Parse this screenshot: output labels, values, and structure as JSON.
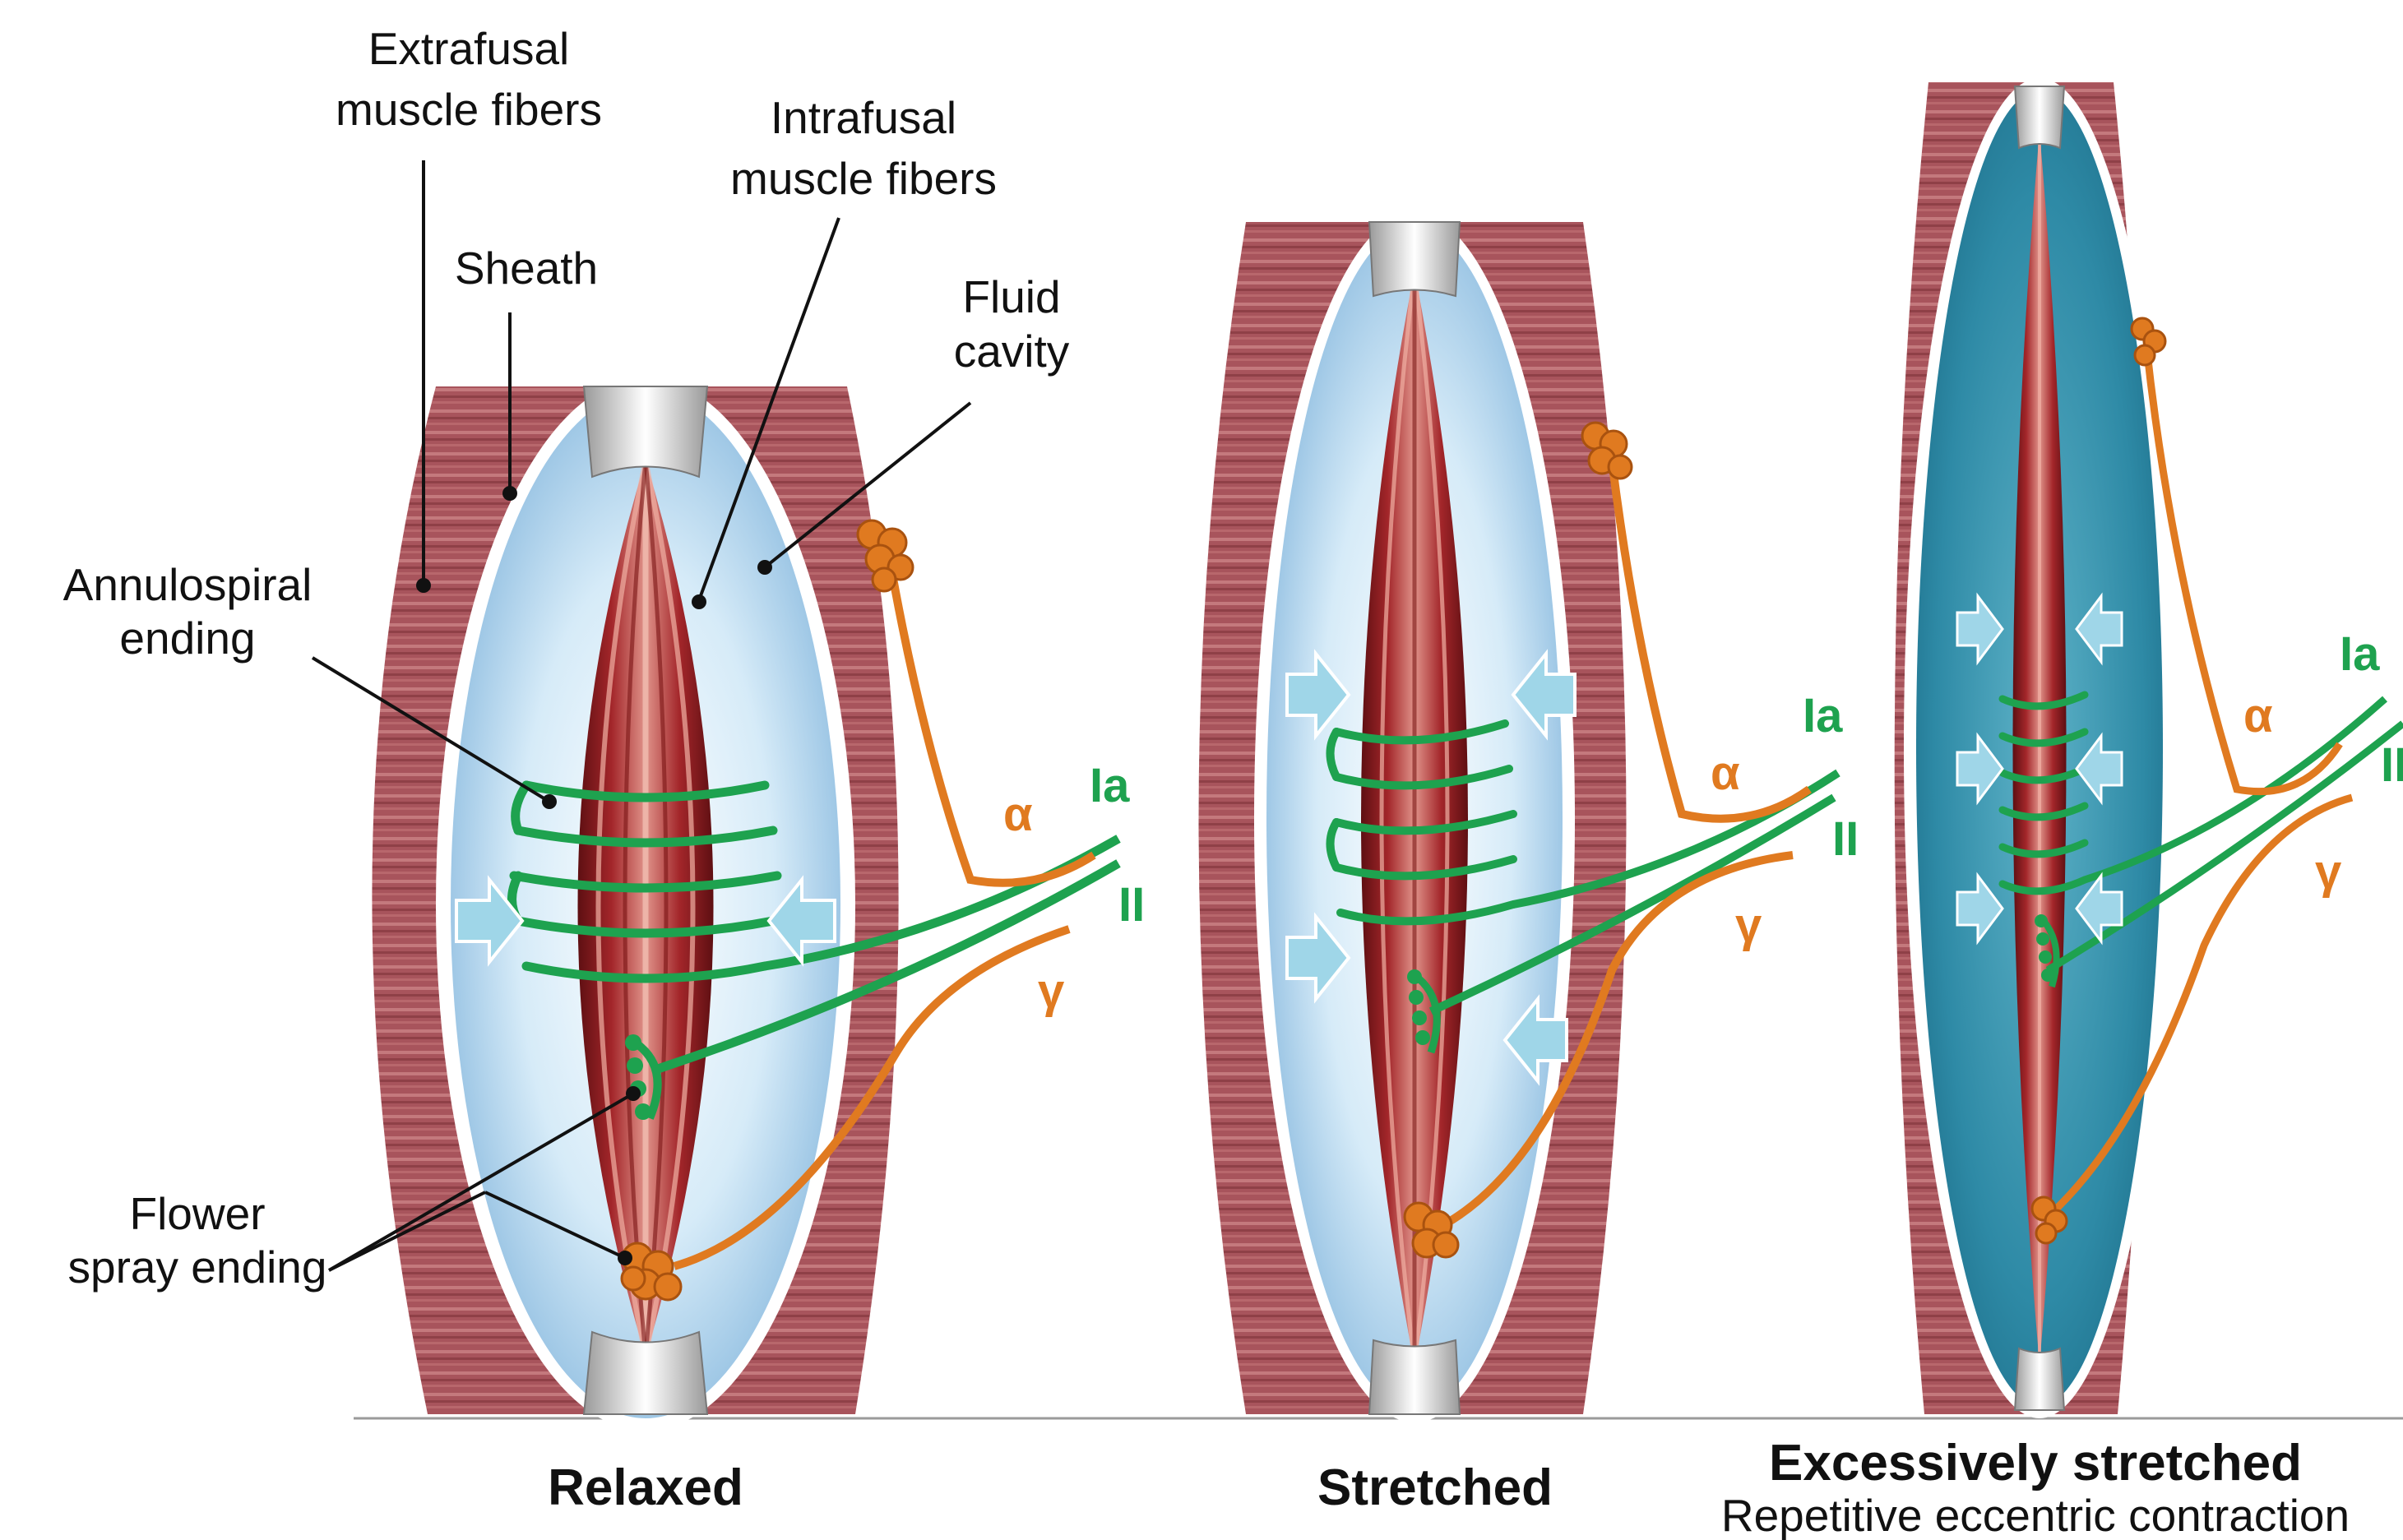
{
  "labels": {
    "extrafusal_line1": "Extrafusal",
    "extrafusal_line2": "muscle fibers",
    "intrafusal_line1": "Intrafusal",
    "intrafusal_line2": "muscle fibers",
    "sheath": "Sheath",
    "fluid_line1": "Fluid",
    "fluid_line2": "cavity",
    "annulospiral_line1": "Annulospiral",
    "annulospiral_line2": "ending",
    "flower_line1": "Flower",
    "flower_line2": "spray ending"
  },
  "nerves": {
    "alpha": "α",
    "gamma": "γ",
    "ia": "Ia",
    "ii": "II"
  },
  "states": [
    {
      "title": "Relaxed",
      "subtitle": ""
    },
    {
      "title": "Stretched",
      "subtitle": ""
    },
    {
      "title": "Excessively stretched",
      "subtitle": "Repetitive eccentric contraction"
    }
  ],
  "colors": {
    "extrafusal_muscle": "#a8545c",
    "sheath": "#ffffff",
    "fluid_light": "#c9e3f5",
    "fluid_dark": "#2e8aa6",
    "intrafusal_fiber": "#8e1b1b",
    "annulospiral_nerve": "#1ea24f",
    "motor_nerve": "#e07a20",
    "arrow": "#9fd6e8"
  }
}
